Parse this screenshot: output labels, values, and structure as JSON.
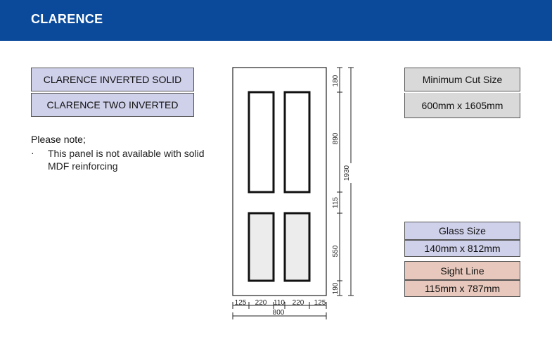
{
  "header": {
    "title": "CLARENCE"
  },
  "variants": [
    "CLARENCE INVERTED SOLID",
    "CLARENCE TWO INVERTED"
  ],
  "note": {
    "title": "Please note;",
    "bullet": "·",
    "text": "This panel is not available with solid MDF reinforcing"
  },
  "min_cut": {
    "label": "Minimum Cut Size",
    "value": "600mm x 1605mm"
  },
  "glass": {
    "label": "Glass Size",
    "value": "140mm x 812mm"
  },
  "sight": {
    "label": "Sight Line",
    "value": "115mm x 787mm"
  },
  "dimensions": {
    "height_segments": [
      "180",
      "890",
      "115",
      "550",
      "190"
    ],
    "total_height": "1930",
    "width_segments": [
      "125",
      "220",
      "110",
      "220",
      "125"
    ],
    "total_width": "800"
  },
  "colors": {
    "header": "#0b4a9b",
    "variant_fill": "#cfd0ea",
    "min_cut_fill": "#d9d9d9",
    "glass_fill": "#cfd0ea",
    "sight_fill": "#e8c8bc"
  }
}
